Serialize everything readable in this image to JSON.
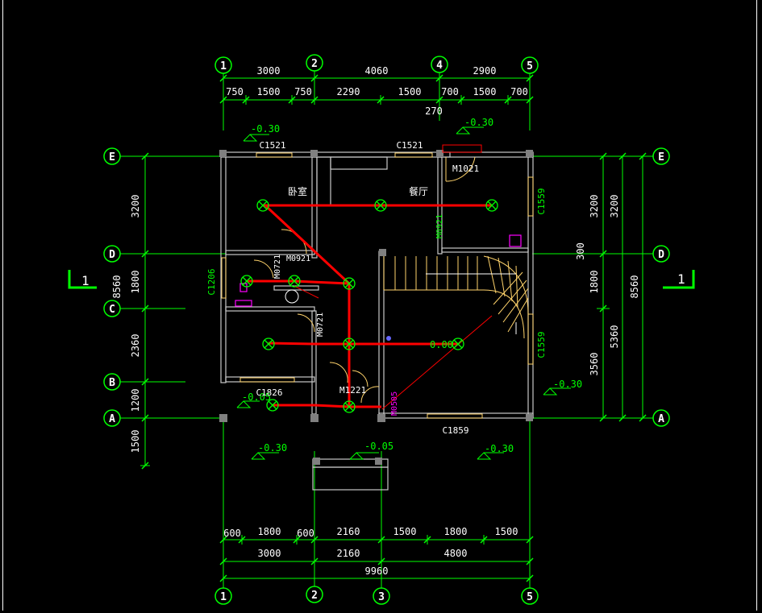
{
  "colors": {
    "bg": "#000000",
    "wall": "#c8c8c8",
    "dim": "#00ff00",
    "wire": "#ff0000",
    "text": "#ffffff",
    "stair": "#ffd36b",
    "fixture": "#ff00ff"
  },
  "axes_top": [
    "1",
    "2",
    "4",
    "5"
  ],
  "axes_bottom": [
    "1",
    "2",
    "3",
    "5"
  ],
  "axes_left": [
    "E",
    "D",
    "C",
    "B",
    "A"
  ],
  "axes_right": [
    "E",
    "D",
    "A"
  ],
  "dims_top_total": [
    "3000",
    "4060",
    "2900"
  ],
  "dims_top_detail": [
    "750",
    "1500",
    "750",
    "2290",
    "1500",
    "700",
    "1500",
    "700"
  ],
  "dim_270": "270",
  "dims_bottom_detail": [
    "600",
    "1800",
    "600",
    "2160",
    "1500",
    "1800",
    "1500"
  ],
  "dims_bottom_mid": [
    "3000",
    "2160",
    "4800"
  ],
  "dims_bottom_total": "9960",
  "dims_left": [
    "3200",
    "1800",
    "2360",
    "1200",
    "1500"
  ],
  "dim_left_total": "8560",
  "dims_right_inner": [
    "3200",
    "1800",
    "3560"
  ],
  "dims_right_mid": [
    "3200",
    "5360"
  ],
  "dim_right_total": "8560",
  "dim_right_300": "300",
  "section_mark": "1",
  "levels": [
    "-0.30",
    "-0.30",
    "-0.30",
    "-0.05",
    "-0.05",
    "-0.30",
    "-0.30",
    "0.00"
  ],
  "windows": [
    "C1521",
    "C1521",
    "C1559",
    "C1206",
    "C1826",
    "C1559",
    "C1859"
  ],
  "doors": [
    "M1021",
    "M0921",
    "M0721",
    "M0721",
    "M1221",
    "M0921",
    "M0505"
  ],
  "rooms": [
    "卧室",
    "餐厅"
  ]
}
